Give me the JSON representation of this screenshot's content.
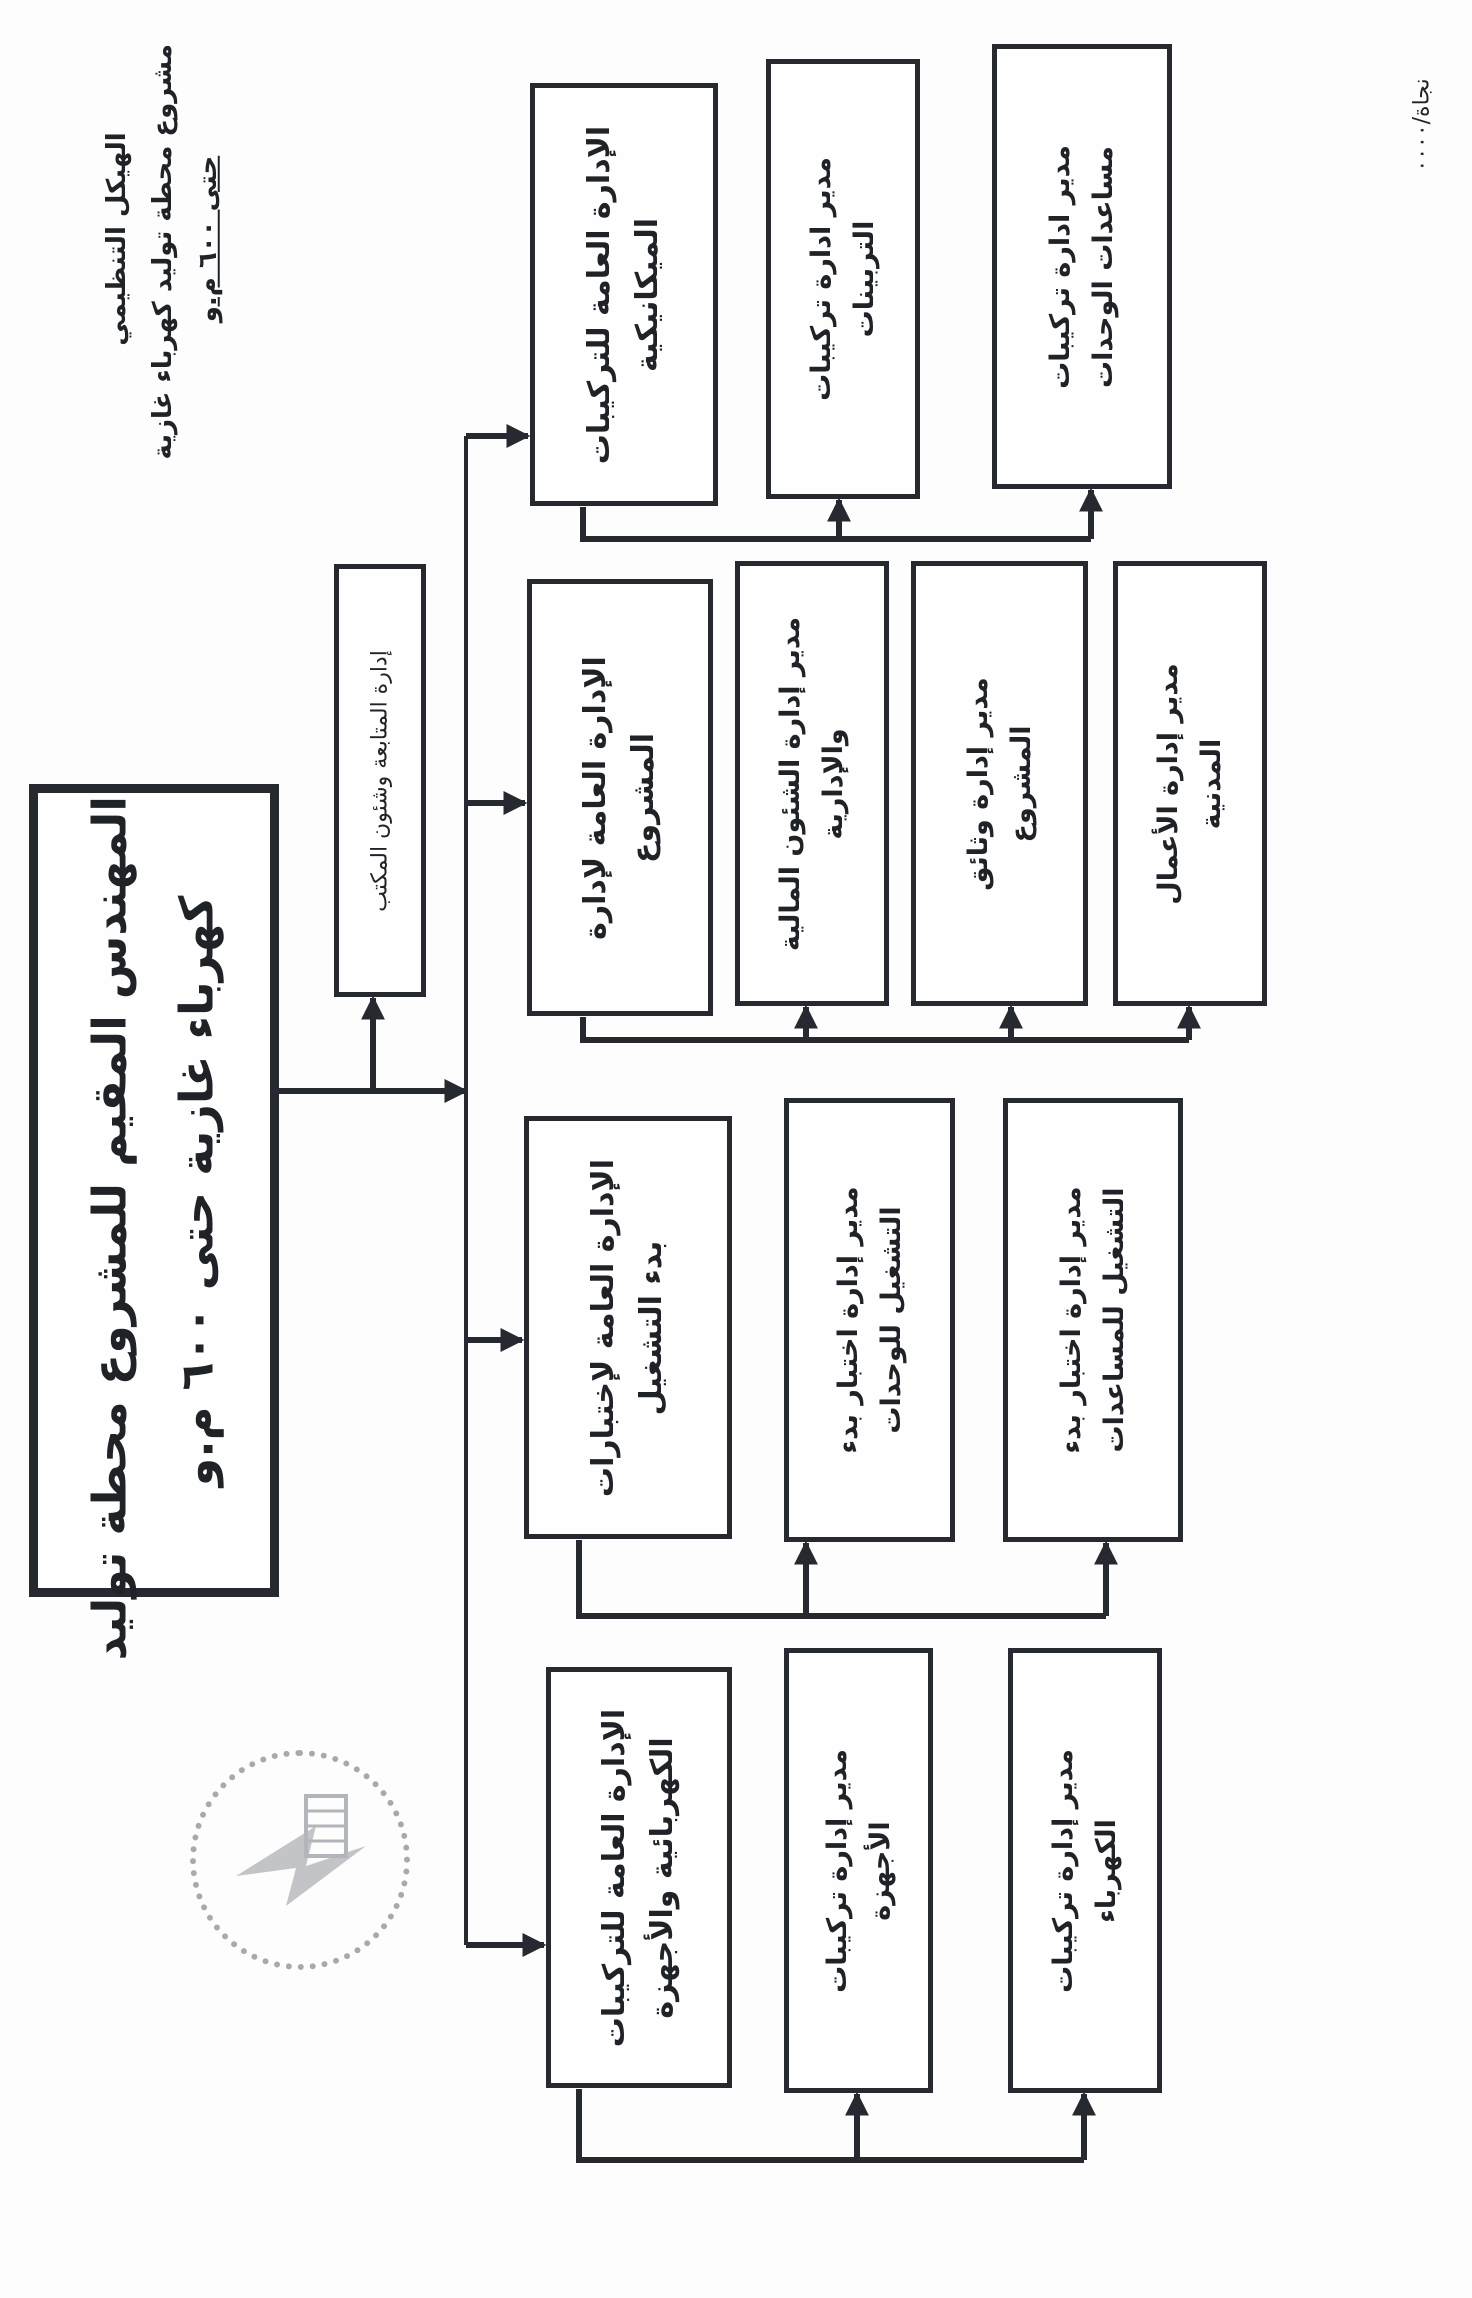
{
  "header": {
    "lines": [
      "الهيكل التنظيمي",
      "مشروع محطة توليد كهرباء غازية",
      "حتى ٦٠٠ م.و"
    ]
  },
  "page_note": "نجاة/٠٠٠٠",
  "root": {
    "lines": [
      "المهندس المقيم للمشروع محطة توليد",
      "كهرباء غازية حتى ٦٠٠ م.و"
    ]
  },
  "staff_office": {
    "lines": [
      "إدارة المتابعة وشئون المكتب"
    ]
  },
  "departments": [
    {
      "id": "mechanical",
      "head": [
        "الإدارة العامة للتركيبات",
        "الميكانيكية"
      ],
      "managers": [
        [
          "مدير ادارة تركيبات",
          "التربينات"
        ],
        [
          "مدير ادارة تركيبات",
          "مساعدات الوحدات"
        ]
      ]
    },
    {
      "id": "project",
      "head": [
        "الإدارة العامة لإدارة",
        "المشروع"
      ],
      "managers": [
        [
          "مدير إدارة الشئون المالية",
          "والإدارية"
        ],
        [
          "مدير إدارة وثائق",
          "المشروع"
        ],
        [
          "مدير إدارة الأعمال",
          "المدنية"
        ]
      ]
    },
    {
      "id": "commissioning",
      "head": [
        "الإدارة العامة لإختبارات",
        "بدء التشغيل"
      ],
      "managers": [
        [
          "مدير إدارة اختبار بدء",
          "التشغيل للوحدات"
        ],
        [
          "مدير إدارة اختبار بدء",
          "التشغيل للمساعدات"
        ]
      ]
    },
    {
      "id": "electrical",
      "head": [
        "الإدارة العامة للتركيبات",
        "الكهربائية والأجهزة"
      ],
      "managers": [
        [
          "مدير إدارة تركيبات",
          "الأجهزة"
        ],
        [
          "مدير إدارة تركيبات",
          "الكهرباء"
        ]
      ]
    }
  ],
  "stamp": {
    "icon": "lightning-bolt-stamp"
  },
  "colors": {
    "ink": "#262a30",
    "paper": "#fdfdfd"
  }
}
